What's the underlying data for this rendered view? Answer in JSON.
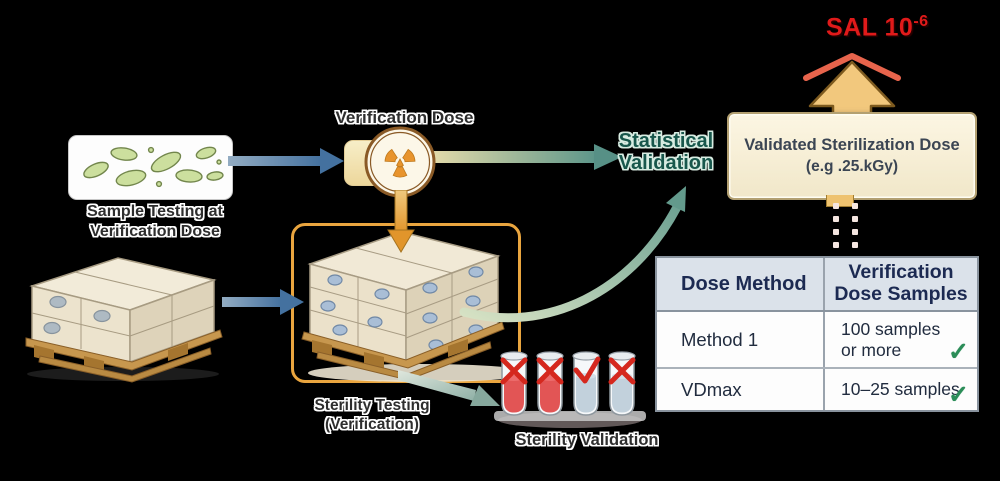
{
  "colors": {
    "background": "#000000",
    "sal_red": "#e01a1a",
    "chevron_red": "#e7644c",
    "big_arrow_fill": "#f2c87d",
    "big_arrow_border": "#7d5a1f",
    "bracket_orange": "#e9a53f",
    "radiation_orange": "#e8942d",
    "teal_text": "#18574c",
    "label_dark": "#2e2e2e",
    "validated_box_bg": "#f8f0d8",
    "validated_box_border": "#b3a071",
    "validated_box_text": "#3b4553",
    "table_header_bg": "#dbe2ea",
    "table_border": "#89939e",
    "table_text_navy": "#1c2a52",
    "check_green": "#2b8d58",
    "blue_arrow": "#44719f",
    "green_arrow": "#639a8c",
    "tube_liquid_red": "#e25555",
    "tube_liquid_blue": "#c2d1dc",
    "tube_mark_red": "#d5281e"
  },
  "labels": {
    "sample_testing": {
      "line1": "Sample Testing at",
      "line2": "Verification Dose"
    },
    "verification_dose": "Verification Dose",
    "statistical_validation": {
      "line1": "Statistical",
      "line2": "Validation"
    },
    "validated_box": {
      "line1": "Validated Sterilization Dose",
      "line2": "(e.g .25.kGy)"
    },
    "sal": {
      "base": "SAL 10",
      "exponent": "-6"
    },
    "sterility_testing": {
      "line1": "Sterility Testing",
      "line2": "(Verification)"
    },
    "sterility_validation": "Sterility Validation"
  },
  "table": {
    "headers": {
      "col1": "Dose Method",
      "col2_line1": "Verification",
      "col2_line2": "Dose Samples"
    },
    "rows": [
      {
        "method": "Method 1",
        "samples_line1": "100 samples",
        "samples_line2": "or more",
        "check": "✓"
      },
      {
        "method": "VDmax",
        "samples_line1": "10–25 samples",
        "samples_line2": "",
        "check": "✓"
      }
    ]
  },
  "icons": {
    "radiation": "radiation-trefoil-icon",
    "bacteria": "bacteria-sample-illustration",
    "pallet_small": "pallet-of-boxes-illustration",
    "pallet_bracketed": "pallet-of-boxes-with-samples-illustration",
    "test_tubes": "test-tubes-with-red-marks-illustration",
    "up_arrow": "big-up-arrow",
    "chevron": "red-chevron-up"
  }
}
